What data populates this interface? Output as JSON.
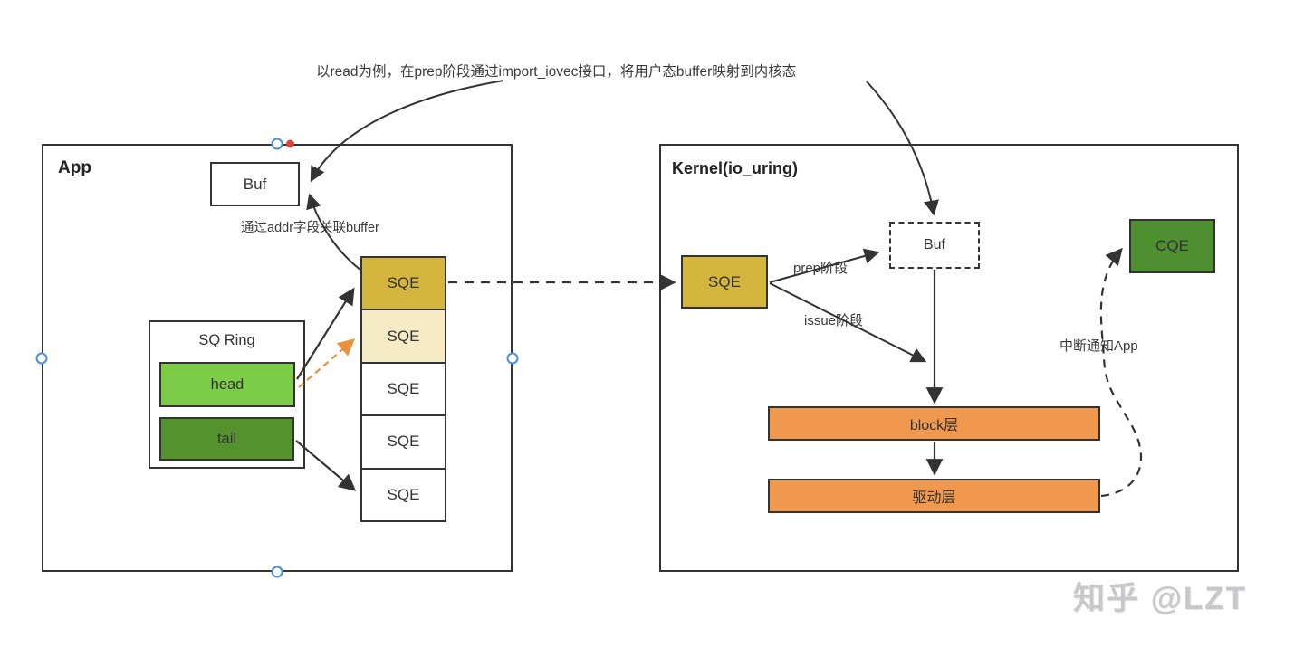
{
  "annotation": {
    "top_note": "以read为例，在prep阶段通过import_iovec接口，将用户态buffer映射到内核态",
    "addr_note": "通过addr字段关联buffer",
    "prep_label": "prep阶段",
    "issue_label": "issue阶段",
    "interrupt_label": "中断通知App"
  },
  "app": {
    "title": "App",
    "buf_label": "Buf",
    "sq_ring": {
      "title": "SQ Ring",
      "head_label": "head",
      "tail_label": "tail"
    },
    "sqe_entries": [
      "SQE",
      "SQE",
      "SQE",
      "SQE",
      "SQE"
    ]
  },
  "kernel": {
    "title": "Kernel(io_uring)",
    "sqe_label": "SQE",
    "buf_label": "Buf",
    "cqe_label": "CQE",
    "block_layer_label": "block层",
    "driver_layer_label": "驱动层"
  },
  "watermark": "知乎 @LZT",
  "colors": {
    "sqe_gold": "#d4b63e",
    "sqe_cream": "#f5ecc6",
    "head_green": "#7ccc47",
    "tail_green": "#54922e",
    "cqe_green": "#4e8f31",
    "layer_orange": "#f0994e",
    "connector_dark": "#333333",
    "connector_orange": "#e8923e",
    "handle_blue": "#4a90d9",
    "handle_red": "#e0403c"
  }
}
